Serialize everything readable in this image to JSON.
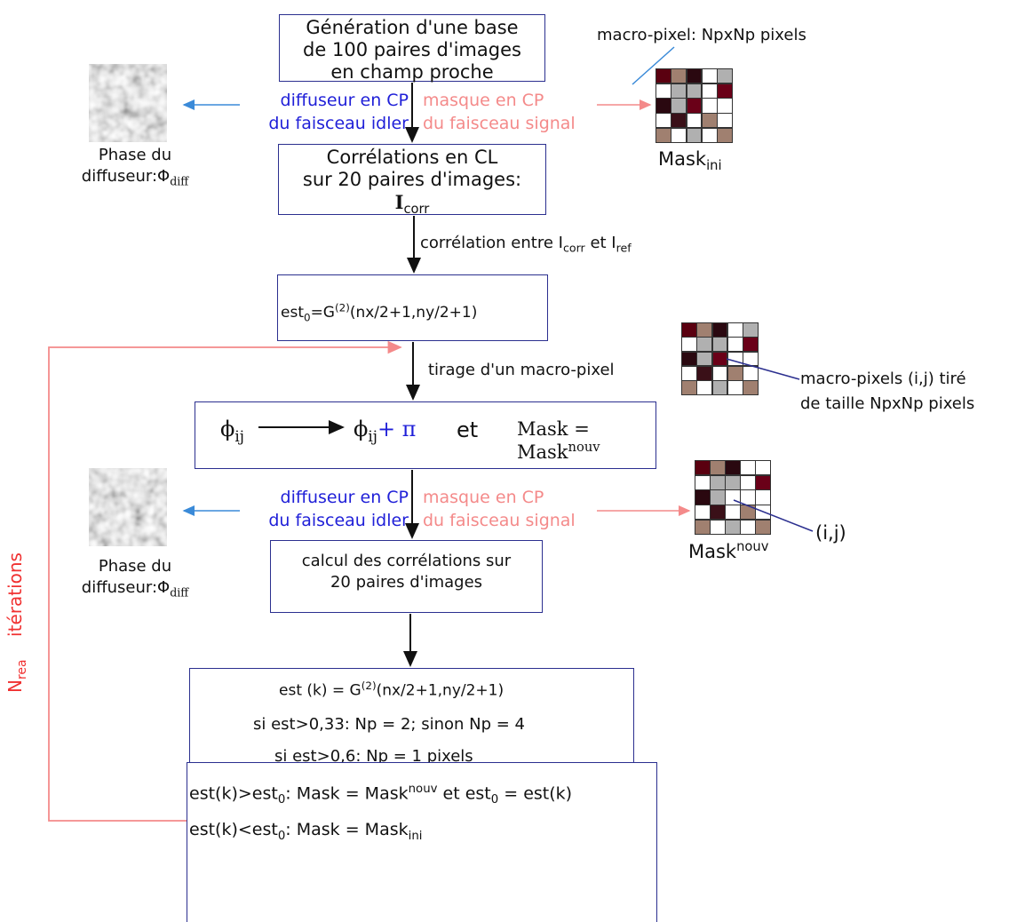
{
  "boxes": {
    "generation": [
      "Génération d'une base",
      "de 100 paires d'images",
      "en champ  proche"
    ],
    "correlations_cl": [
      "Corrélations en CL",
      "sur 20 paires d'images:"
    ],
    "icorr_I": "I",
    "icorr_sub": "corr",
    "est0_pre": "est",
    "est0_sub": "0",
    "est0_mid": "=G",
    "est0_sup": "(2)",
    "est0_post": "(nx/2+1,ny/2+1)",
    "phi_left": "ϕ",
    "phi_left_sub": "ij",
    "phi_right": "ϕ",
    "phi_right_sub": "ij",
    "plus_pi": "+ π",
    "et": "et",
    "mask_eq": "Mask = ",
    "mask_nouv_base": "Mask",
    "mask_nouv_sup": "nouv",
    "calcul": [
      "calcul des corrélations sur",
      "20 paires d'images"
    ],
    "estk_line1_pre": "est (k) = G",
    "estk_line1_sup": "(2)",
    "estk_line1_post": "(nx/2+1,ny/2+1)",
    "estk_line2": "si est>0,33: Np = 2; sinon Np = 4",
    "estk_line3": "si est>0,6: Np = 1 pixels",
    "final_line1": {
      "a": "est(k)>est",
      "a_sub": "0",
      "b": ": Mask = Mask",
      "b_sup": "nouv",
      "c": " et est",
      "c_sub": "0",
      "d": " = est(k)"
    },
    "final_line2": {
      "a": "est(k)<est",
      "a_sub": "0",
      "b": ": Mask = Mask",
      "b_sub": "ini"
    }
  },
  "labels": {
    "diffuseur": [
      "diffuseur en CP",
      "du faisceau idler"
    ],
    "masque": [
      "masque en CP",
      "du faisceau signal"
    ],
    "phase_du": "Phase du",
    "diffuseur_phi": "diffuseur:Φ",
    "diff_sub": "diff",
    "macro_pixel": "macro-pixel: NpxNp pixels",
    "mask_ini_base": "Mask",
    "mask_ini_sub": "ini",
    "mask_nouv_base": "Mask",
    "mask_nouv_sup": "nouv",
    "correlation_entre": "corrélation entre I",
    "corr_sub": "corr",
    "et_I": " et I",
    "ref_sub": "ref",
    "tirage": "tirage d'un macro-pixel",
    "macro_pixels_tire": [
      "macro-pixels (i,j) tiré",
      "de taille NpxNp pixels"
    ],
    "ij": "(i,j)",
    "nrea_N": "N",
    "nrea_sub": "rea",
    "iterations": "itérations"
  },
  "colors": {
    "box_border": "#2b2f8f",
    "blue_text": "#1f1fd8",
    "pink_text": "#f48a8a",
    "loop_line": "#f48a8a",
    "red_text": "#f03030"
  },
  "mask_ini_cells": [
    "#5a0010",
    "#a08070",
    "#2a0810",
    "#ffffff",
    "#b0b0b0",
    "#ffffff",
    "#b0b0b0",
    "#b0b0b0",
    "#ffffff",
    "#6a0018",
    "#2a0810",
    "#b0b0b0",
    "#6a0018",
    "#ffffff",
    "#ffffff",
    "#ffffff",
    "#3a1018",
    "#ffffff",
    "#a08070",
    "#ffffff",
    "#a08070",
    "#ffffff",
    "#b0b0b0",
    "#ffffff",
    "#a08070"
  ],
  "mask_mid_cells": [
    "#5a0010",
    "#a08070",
    "#2a0810",
    "#ffffff",
    "#b0b0b0",
    "#ffffff",
    "#b0b0b0",
    "#b0b0b0",
    "#ffffff",
    "#6a0018",
    "#2a0810",
    "#b0b0b0",
    "#6a0018",
    "#ffffff",
    "#ffffff",
    "#ffffff",
    "#3a1018",
    "#ffffff",
    "#a08070",
    "#ffffff",
    "#a08070",
    "#ffffff",
    "#b0b0b0",
    "#ffffff",
    "#a08070"
  ],
  "mask_nouv_cells": [
    "#5a0010",
    "#a08070",
    "#2a0810",
    "#ffffff",
    "#ffffff",
    "#ffffff",
    "#b0b0b0",
    "#b0b0b0",
    "#ffffff",
    "#6a0018",
    "#2a0810",
    "#b0b0b0",
    "#ffffff",
    "#ffffff",
    "#ffffff",
    "#ffffff",
    "#3a1018",
    "#ffffff",
    "#a08070",
    "#ffffff",
    "#a08070",
    "#ffffff",
    "#b0b0b0",
    "#ffffff",
    "#a08070"
  ]
}
